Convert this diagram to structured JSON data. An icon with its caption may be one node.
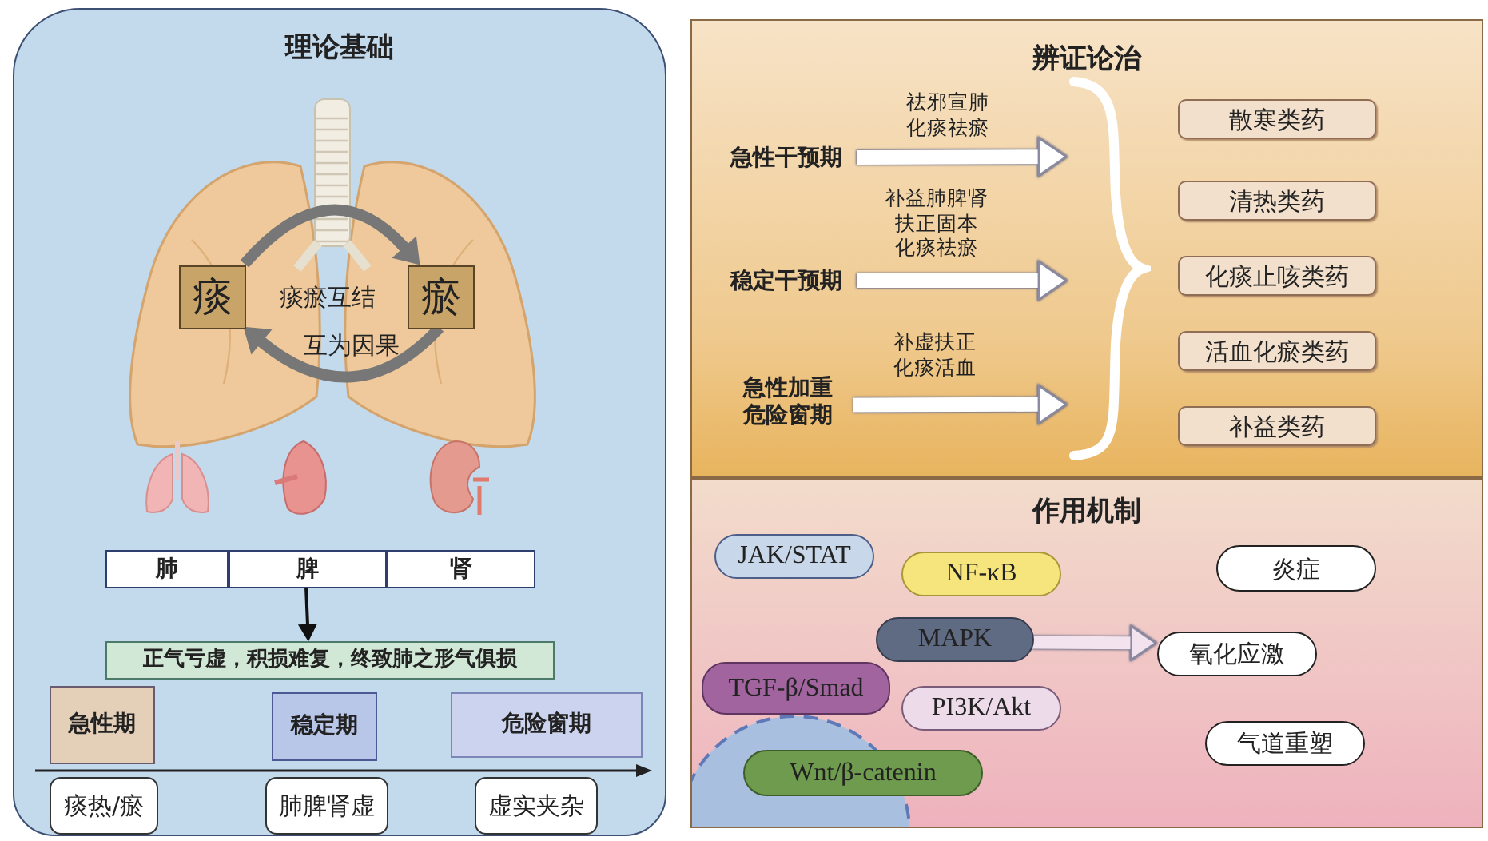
{
  "diagram": {
    "nodes": [
      {
        "text": [
          "理论基础"
        ]
      },
      {
        "text": [
          "痰"
        ],
        "in": 0
      },
      {
        "text": [
          "瘀"
        ],
        "in": 0
      },
      {
        "text": [
          "肺"
        ],
        "in": 0
      },
      {
        "text": [
          "脾"
        ],
        "in": 0
      },
      {
        "text": [
          "肾"
        ],
        "in": 0
      },
      {
        "text": [
          "正气亏虚，积损难复，终致肺之形气俱损"
        ],
        "in": 0
      },
      {
        "text": [
          "急性期"
        ],
        "in": 0
      },
      {
        "text": [
          "稳定期"
        ],
        "in": 0
      },
      {
        "text": [
          "危险窗期"
        ],
        "in": 0
      },
      {
        "text": [
          "痰热/瘀"
        ],
        "in": 0
      },
      {
        "text": [
          "肺脾肾虚"
        ],
        "in": 0
      },
      {
        "text": [
          "虚实夹杂"
        ],
        "in": 0
      },
      {
        "text": [
          "辨证论治"
        ]
      },
      {
        "text": [
          "急性干预期"
        ],
        "in": 13
      },
      {
        "text": [
          "稳定干预期"
        ],
        "in": 13
      },
      {
        "text": [
          "急性加重危险窗期"
        ],
        "in": 13
      },
      {
        "text": [],
        "shape": "brace",
        "in": 13
      },
      {
        "text": [
          "散寒类药"
        ],
        "in": 13
      },
      {
        "text": [
          "清热类药"
        ],
        "in": 13
      },
      {
        "text": [
          "化痰止咳类药"
        ],
        "in": 13
      },
      {
        "text": [
          "活血化瘀类药"
        ],
        "in": 13
      },
      {
        "text": [
          "补益类药"
        ],
        "in": 13
      },
      {
        "text": [
          "作用机制"
        ]
      },
      {
        "text": [
          "JAK/STAT"
        ],
        "in": 23
      },
      {
        "text": [
          "NF-κB"
        ],
        "in": 23
      },
      {
        "text": [
          "MAPK"
        ],
        "in": 23
      },
      {
        "text": [
          "TGF-β/Smad"
        ],
        "in": 23
      },
      {
        "text": [
          "PI3K/Akt"
        ],
        "in": 23
      },
      {
        "text": [
          "Wnt/β-catenin"
        ],
        "in": 23
      },
      {
        "text": [
          "炎症"
        ],
        "in": 23
      },
      {
        "text": [
          "氧化应激"
        ],
        "in": 23
      },
      {
        "text": [
          "气道重塑"
        ],
        "in": 23
      }
    ],
    "edges": [
      {
        "from": 1,
        "to": 2,
        "arrow": "to",
        "label": "痰瘀互结",
        "color": "#777777"
      },
      {
        "from": 2,
        "to": 1,
        "arrow": "to",
        "label": "互为因果",
        "color": "#777777"
      },
      {
        "from": 4,
        "to": 6,
        "arrow": "to",
        "color": "#111111"
      },
      {
        "from": 14,
        "to": 17,
        "arrow": "to",
        "label": "祛邪宣肺化痰祛瘀",
        "color": "#ffffff"
      },
      {
        "from": 15,
        "to": 17,
        "arrow": "to",
        "label": "补益肺脾肾扶正固本化痰祛瘀",
        "color": "#ffffff"
      },
      {
        "from": 16,
        "to": 17,
        "arrow": "to",
        "label": "补虚扶正化痰活血",
        "color": "#ffffff"
      },
      {
        "from": 26,
        "to": 31,
        "arrow": "to",
        "color": "#f3e3ee"
      }
    ]
  }
}
